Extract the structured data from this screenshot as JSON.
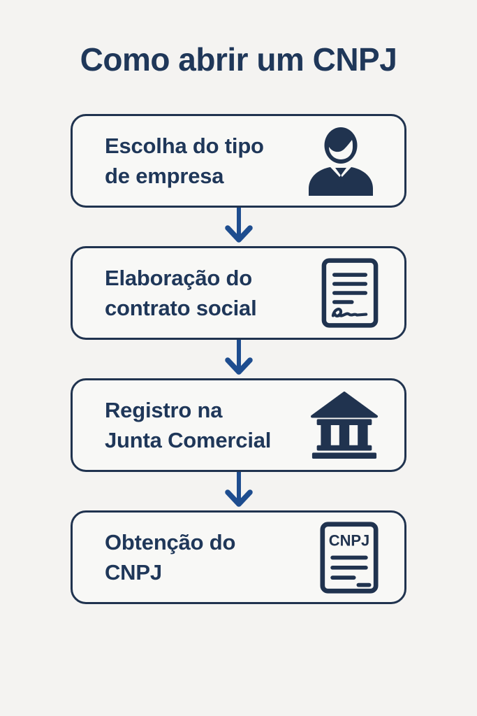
{
  "page": {
    "title": "Como abrir um CNPJ"
  },
  "colors": {
    "background": "#f4f3f1",
    "card_fill": "#f8f8f6",
    "navy_text": "#1f3759",
    "card_border": "#20334f",
    "arrow_blue": "#1e4d8f"
  },
  "steps": [
    {
      "title_line1": "Escolha do tipo",
      "title_line2": "de empresa",
      "icon": "businessman-icon"
    },
    {
      "title_line1": "Elaboração do",
      "title_line2": "contrato social",
      "icon": "signed-contract-icon"
    },
    {
      "title_line1": "Registro na",
      "title_line2": "Junta Comercial",
      "icon": "bank-building-icon"
    },
    {
      "title_line1": "Obtenção do",
      "title_line2": "CNPJ",
      "icon": "cnpj-document-icon"
    }
  ],
  "icon_labels": {
    "cnpj_document_text": "CNPJ"
  }
}
